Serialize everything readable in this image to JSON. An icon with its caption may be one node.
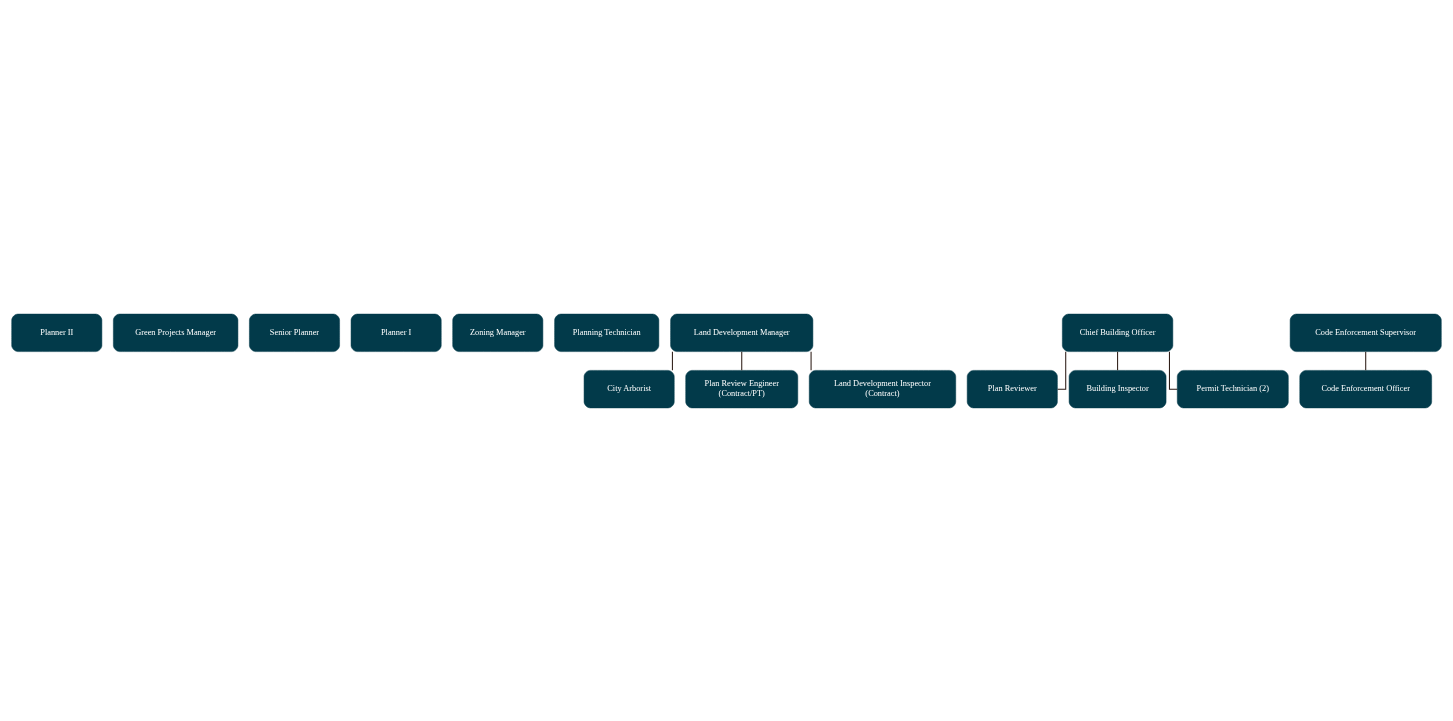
{
  "diagram": {
    "nodes": [
      {
        "text": [
          "Planner II"
        ]
      },
      {
        "text": [
          "Green Projects Manager"
        ]
      },
      {
        "text": [
          "Senior Planner"
        ]
      },
      {
        "text": [
          "Planner I"
        ]
      },
      {
        "text": [
          "Zoning Manager"
        ]
      },
      {
        "text": [
          "Planning Technician"
        ]
      },
      {
        "text": [
          "Land Development Manager"
        ]
      },
      {
        "text": [
          "City Arborist"
        ]
      },
      {
        "text": [
          "Plan Review Engineer",
          "(Contract/PT)"
        ]
      },
      {
        "text": [
          "Land Development Inspector",
          "(Contract)"
        ]
      },
      {
        "text": [
          "Chief Building Officer"
        ]
      },
      {
        "text": [
          "Plan Reviewer"
        ]
      },
      {
        "text": [
          "Building Inspector"
        ]
      },
      {
        "text": [
          "Permit Technician (2)"
        ]
      },
      {
        "text": [
          "Code Enforcement Supervisor"
        ]
      },
      {
        "text": [
          "Code Enforcement Officer"
        ]
      }
    ],
    "edges": [
      {
        "from": 6,
        "to": 7,
        "arrow": "none"
      },
      {
        "from": 6,
        "to": 8,
        "arrow": "none"
      },
      {
        "from": 6,
        "to": 9,
        "arrow": "none"
      },
      {
        "from": 10,
        "to": 11,
        "arrow": "none"
      },
      {
        "from": 10,
        "to": 12,
        "arrow": "none"
      },
      {
        "from": 10,
        "to": 13,
        "arrow": "none"
      },
      {
        "from": 14,
        "to": 15,
        "arrow": "none"
      }
    ]
  }
}
